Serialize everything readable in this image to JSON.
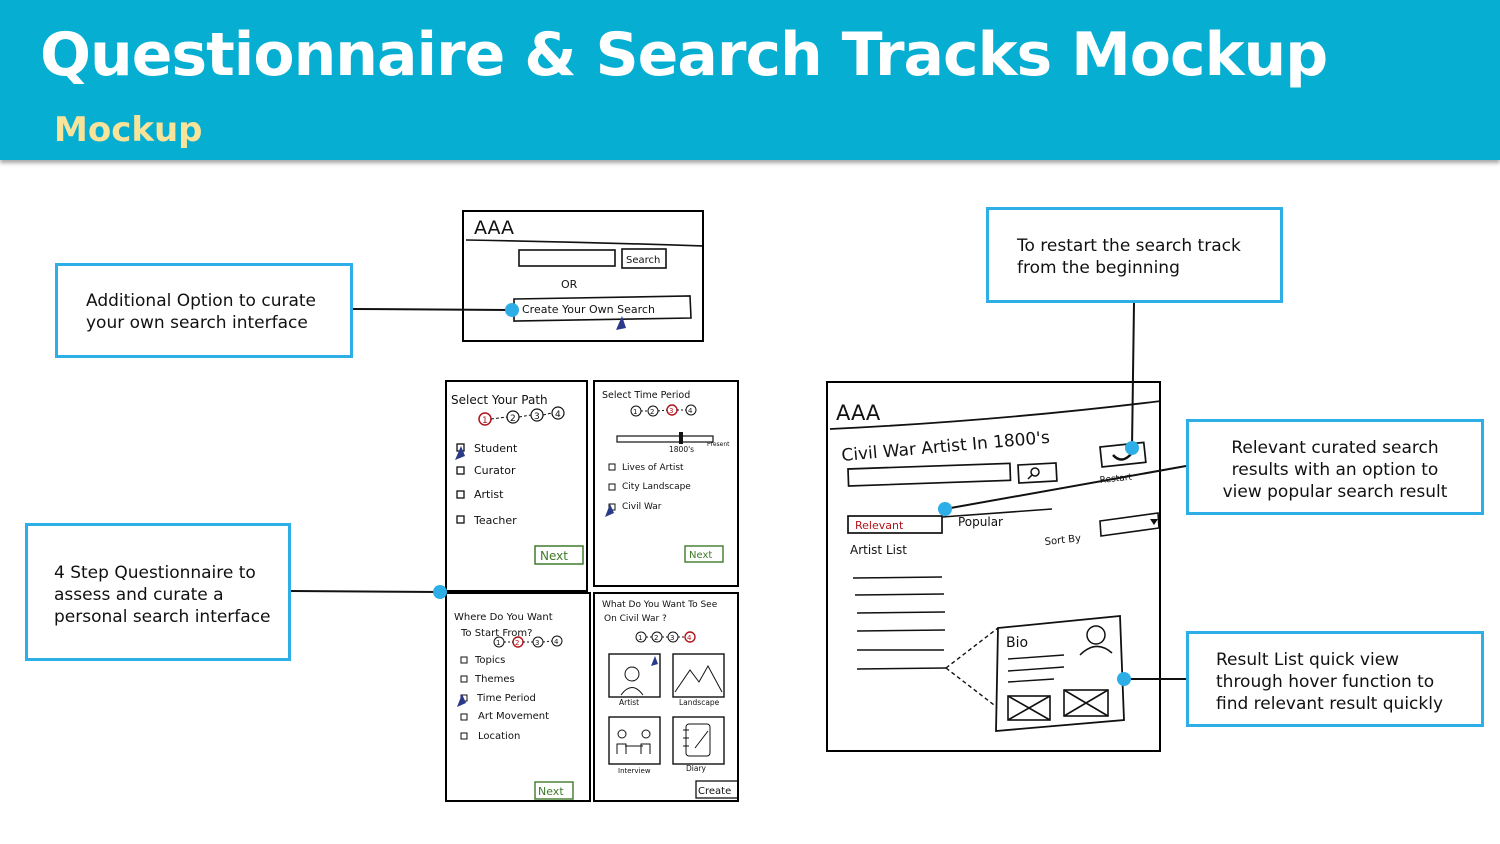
{
  "header": {
    "title": "Questionnaire & Search Tracks Mockup",
    "subtitle": "Mockup"
  },
  "callouts": {
    "custom_search": [
      "Additional Option to curate",
      "your own search interface"
    ],
    "questionnaire": [
      "4 Step Questionnaire to",
      "assess and curate a",
      "personal search interface"
    ],
    "restart": [
      "To restart the search track",
      "from the beginning"
    ],
    "relevant": [
      "Relevant curated search",
      "results with an option to",
      "view popular search result"
    ],
    "quickview": [
      "Result List quick view",
      "through hover function to",
      "find relevant result quickly"
    ]
  },
  "sketch_home": {
    "logo": "AAA",
    "search_button": "Search",
    "or": "OR",
    "create_button": "Create Your Own Search"
  },
  "q1": {
    "title": "Select Your Path",
    "steps": [
      "1",
      "2",
      "3",
      "4"
    ],
    "options": [
      "Student",
      "Curator",
      "Artist",
      "Teacher"
    ],
    "next": "Next"
  },
  "q2": {
    "title": "Select Time Period",
    "steps": [
      "1",
      "2",
      "3",
      "4"
    ],
    "slider_label": "1800's",
    "slider_end": "Present",
    "options": [
      "Lives of Artist",
      "City Landscape",
      "Civil War"
    ],
    "next": "Next"
  },
  "q3": {
    "title_line1": "Where Do You Want",
    "title_line2": "To Start From?",
    "steps": [
      "1",
      "2",
      "3",
      "4"
    ],
    "options": [
      "Topics",
      "Themes",
      "Time Period",
      "Art Movement",
      "Location"
    ],
    "next": "Next"
  },
  "q4": {
    "title_line1": "What Do You Want To See",
    "title_line2": "On Civil War ?",
    "steps": [
      "1",
      "2",
      "3",
      "4"
    ],
    "tiles": [
      "Artist",
      "Landscape",
      "Interview",
      "Diary"
    ],
    "create": "Create"
  },
  "results": {
    "logo": "AAA",
    "heading": "Civil War Artist In 1800's",
    "restart": "Restart",
    "tab_relevant": "Relevant",
    "tab_popular": "Popular",
    "sort_by": "Sort By",
    "artist_list": "Artist List",
    "bio": "Bio"
  },
  "colors": {
    "header_bg": "#06aed2",
    "subtitle": "#f7e39a",
    "callout_border": "#2eaee6",
    "dot": "#2eaee6",
    "sketch_red": "#b3131b",
    "sketch_green": "#3e7a2a",
    "cursor": "#2a3a8a"
  }
}
